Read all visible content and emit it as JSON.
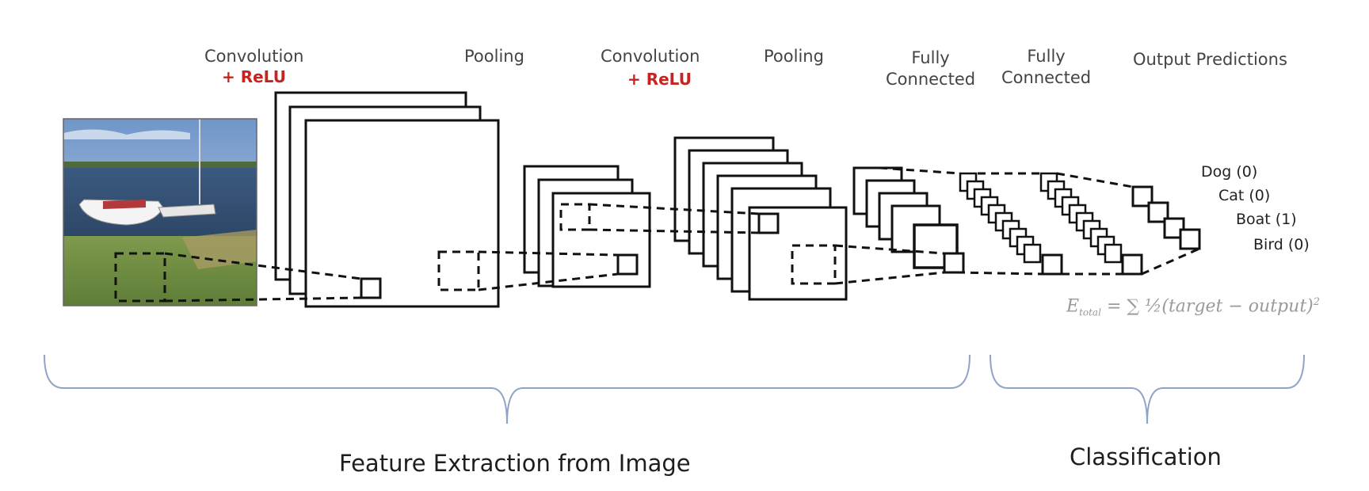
{
  "labels": {
    "conv1": "Convolution",
    "relu1": "+ ReLU",
    "pool1": "Pooling",
    "conv2": "Convolution",
    "relu2": "+ ReLU",
    "pool2": "Pooling",
    "fc1_line1": "Fully",
    "fc1_line2": "Connected",
    "fc2_line1": "Fully",
    "fc2_line2": "Connected",
    "output": "Output Predictions"
  },
  "outputs": [
    "Dog (0)",
    "Cat (0)",
    "Boat (1)",
    "Bird (0)"
  ],
  "formula": {
    "lhs": "E",
    "sub": "total",
    "rhs": "= ∑ ½(target − output)",
    "sup": "2"
  },
  "sections": {
    "feature_extraction": "Feature Extraction from Image",
    "classification": "Classification"
  },
  "colors": {
    "stroke": "#111111",
    "brace": "#8fa4c6",
    "relu": "#c8231f"
  }
}
